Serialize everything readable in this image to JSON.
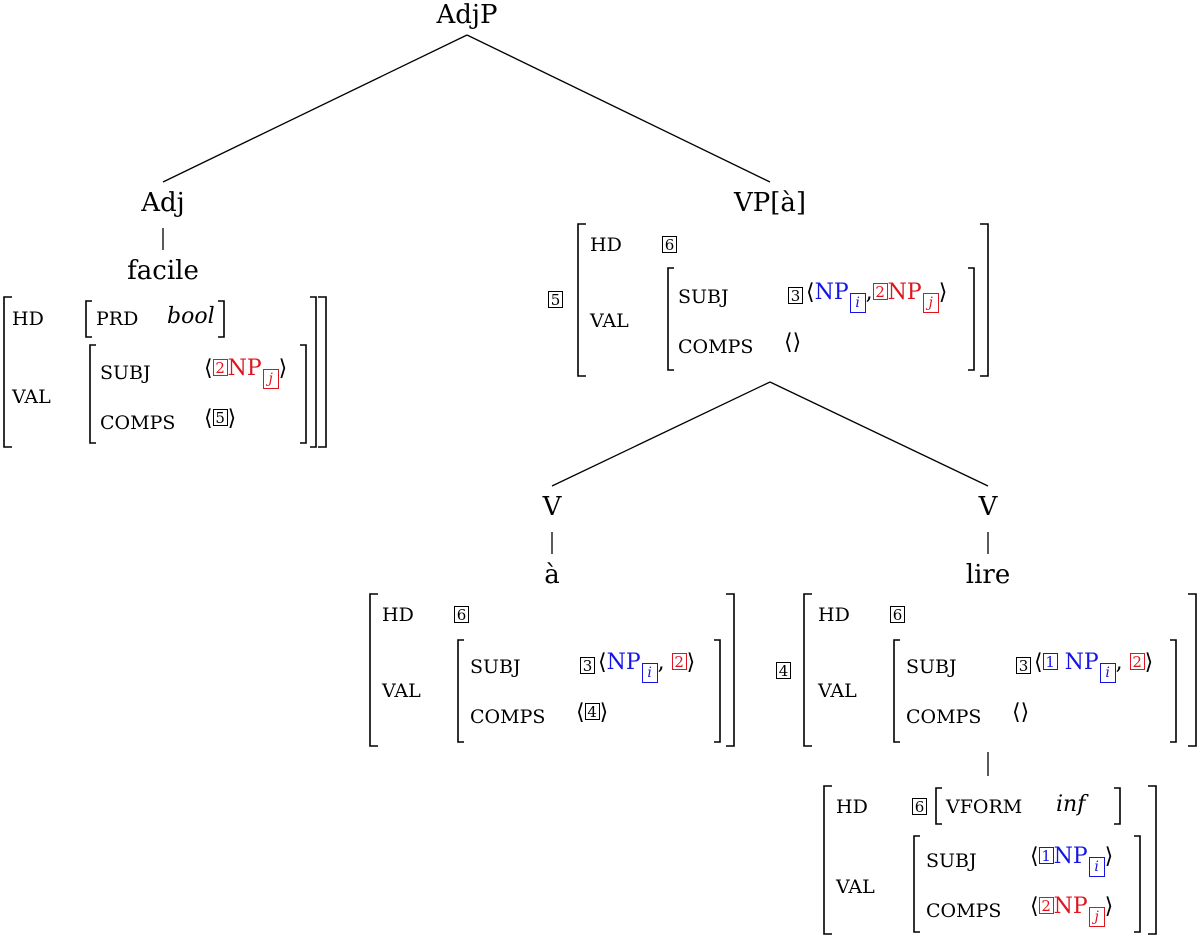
{
  "nodes": {
    "root": "AdjP",
    "adj": "Adj",
    "facile": "facile",
    "vp": "VP[à]",
    "v1": "V",
    "a": "à",
    "v2": "V",
    "lire": "lire"
  },
  "features": {
    "hd": "HD",
    "val": "VAL",
    "subj": "SUBJ",
    "comps": "COMPS",
    "prd": "PRD",
    "vform": "VFORM"
  },
  "values": {
    "bool": "bool",
    "inf": "inf",
    "np": "NP",
    "i": "i",
    "j": "j",
    "comma": ","
  },
  "tags": {
    "t1": "1",
    "t2": "2",
    "t3": "3",
    "t4": "4",
    "t5": "5",
    "t6": "6"
  },
  "brackets": {
    "angle_left": "⟨",
    "angle_right": "⟩"
  },
  "colors": {
    "index_i": "#1414e6",
    "index_j": "#e0141e"
  }
}
